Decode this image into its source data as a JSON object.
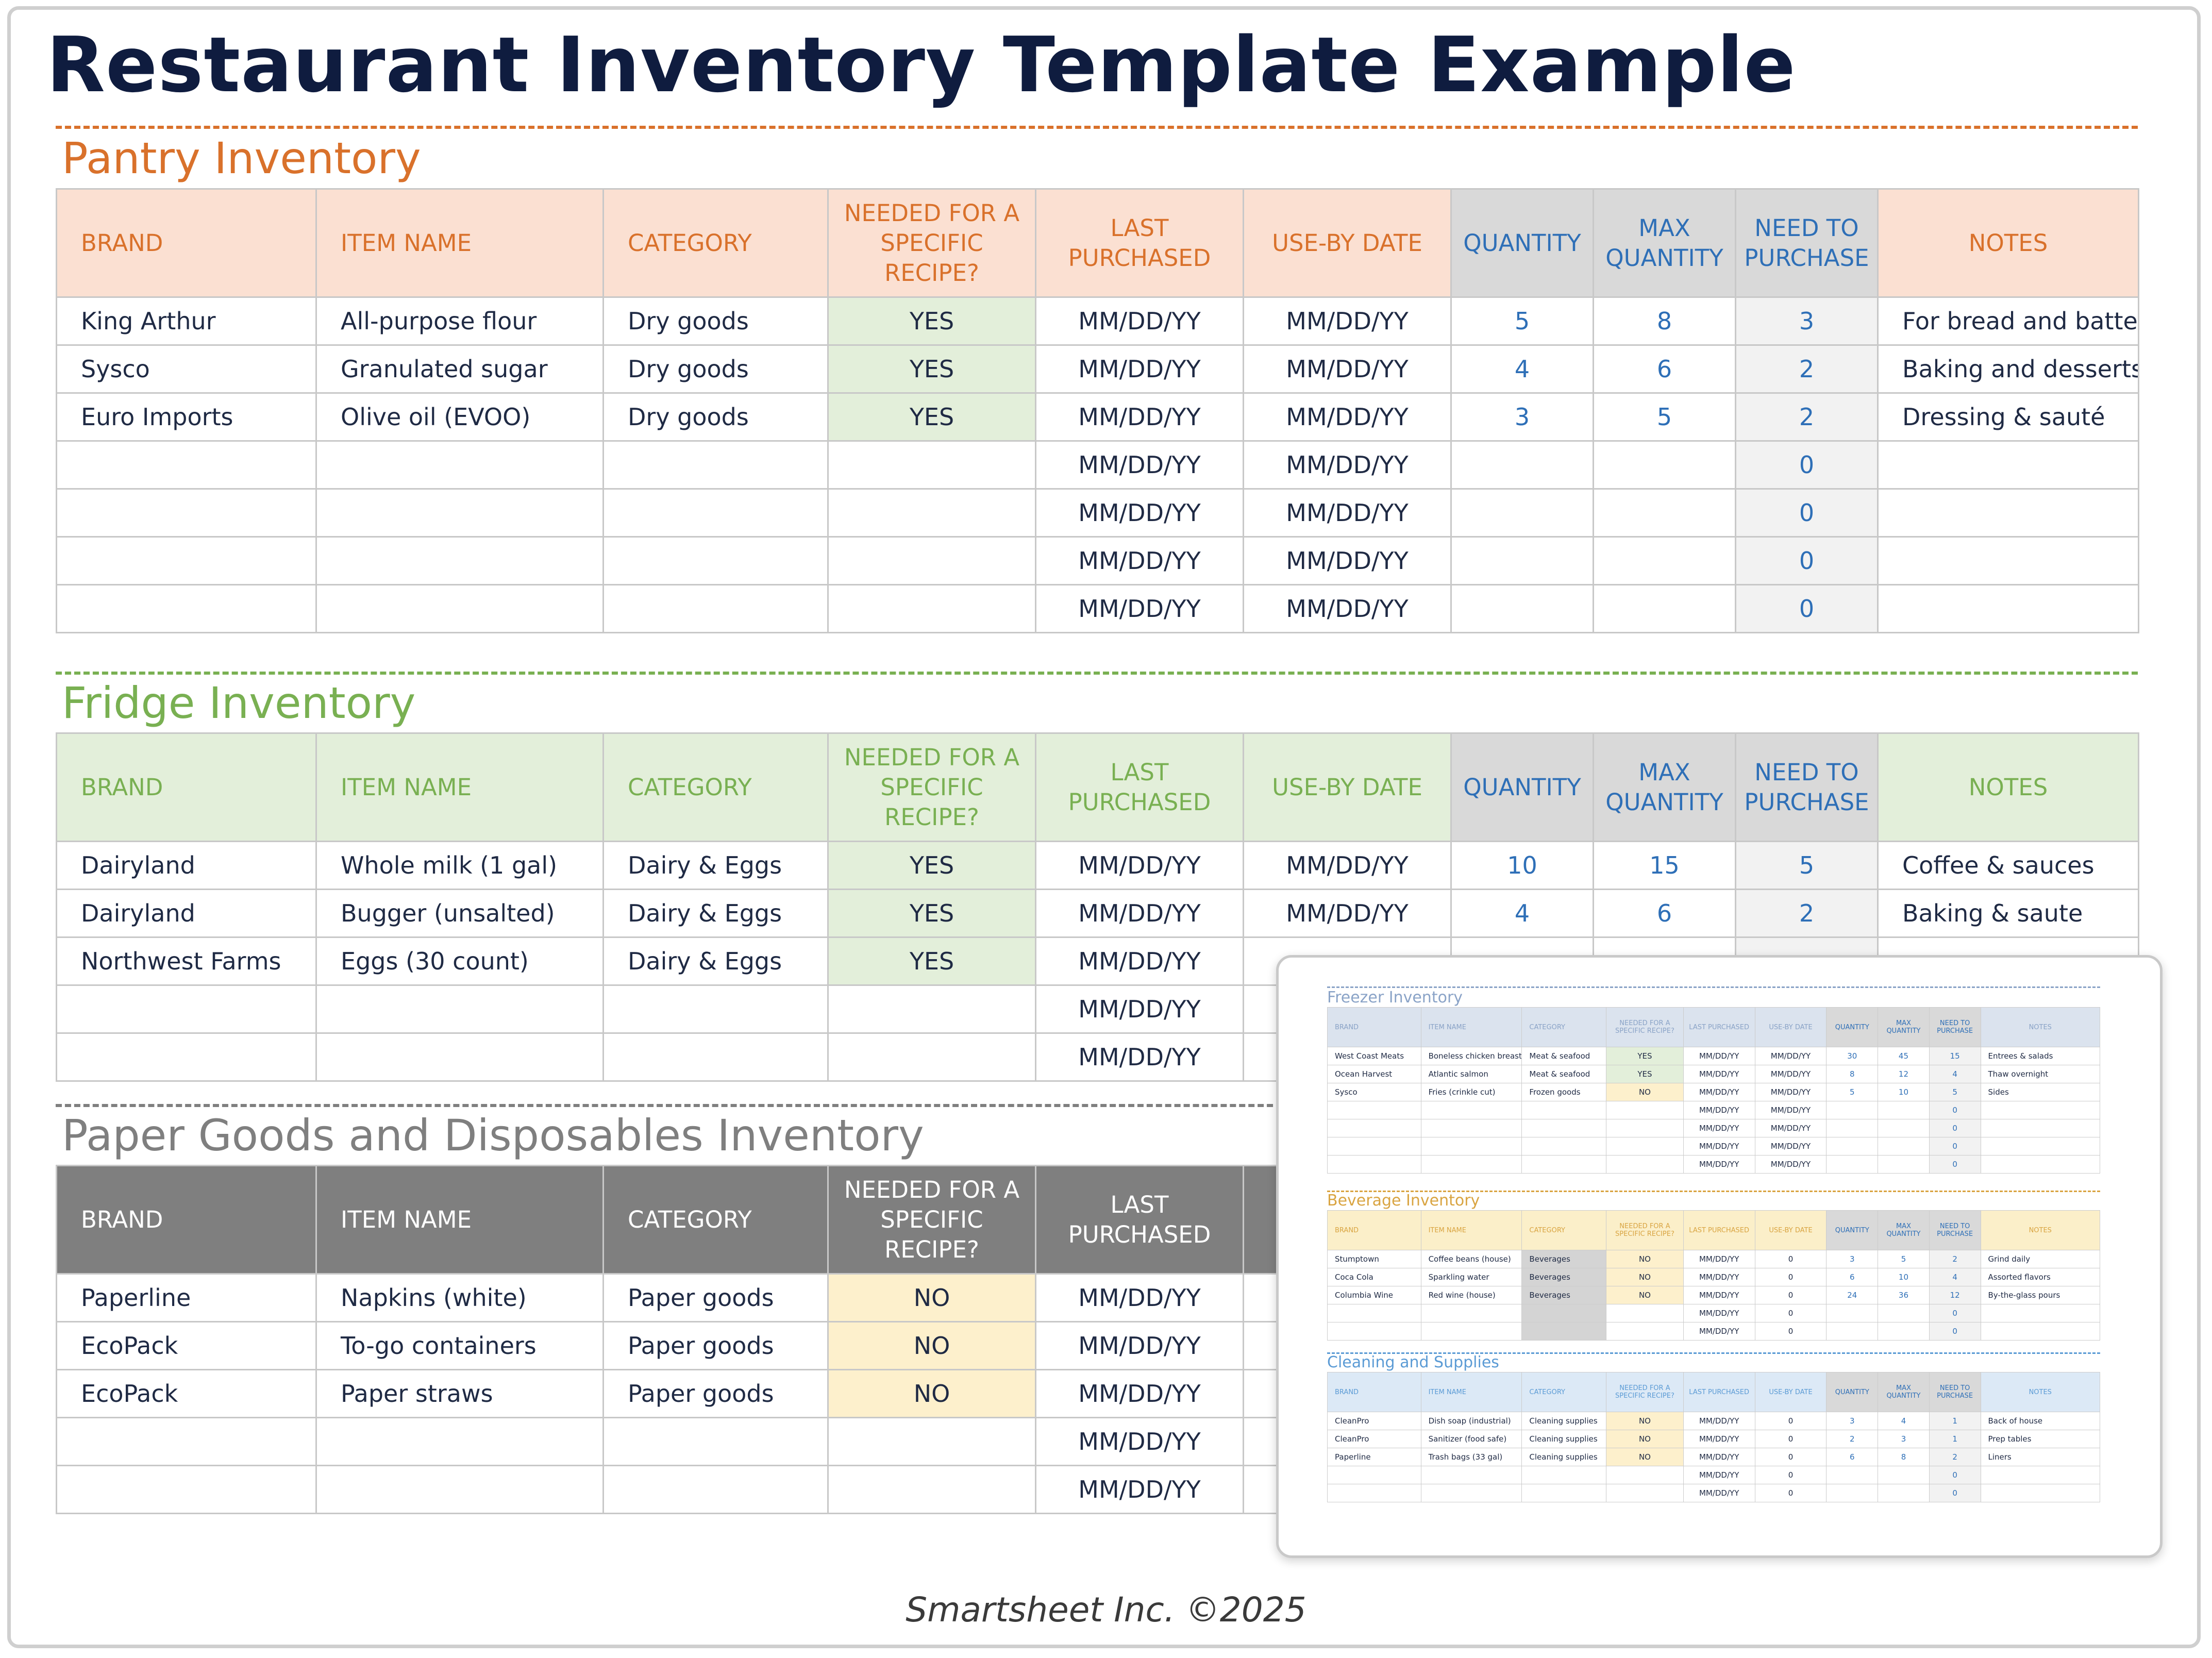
{
  "title": "Restaurant Inventory Template Example",
  "footer": "Smartsheet Inc. ©2025",
  "colors": {
    "title": "#0f1c3f",
    "pantry_accent": "#d9712b",
    "pantry_header_bg": "#fbe0d2",
    "fridge_accent": "#79b052",
    "fridge_header_bg": "#e3efda",
    "paper_accent": "#7f7f7f",
    "paper_header_bg": "#7f7f7f",
    "quantity_header_bg": "#d9d9d9",
    "quantity_text": "#2e6fb7",
    "yes_bg": "#e3efda",
    "no_bg": "#fdf0cc"
  },
  "columns": {
    "brand": "BRAND",
    "item_name": "ITEM NAME",
    "category": "CATEGORY",
    "needed": "NEEDED FOR A SPECIFIC RECIPE?",
    "last_purchased": "LAST PURCHASED",
    "use_by": "USE-BY DATE",
    "quantity": "QUANTITY",
    "max_quantity": "MAX QUANTITY",
    "need_to_purchase": "NEED TO PURCHASE",
    "notes": "NOTES"
  },
  "pantry": {
    "title": "Pantry Inventory",
    "rows": [
      {
        "brand": "King Arthur",
        "item": "All-purpose flour",
        "category": "Dry goods",
        "needed": "YES",
        "last": "MM/DD/YY",
        "useby": "MM/DD/YY",
        "qty": "5",
        "max": "8",
        "need": "3",
        "notes": "For bread and batter"
      },
      {
        "brand": "Sysco",
        "item": "Granulated sugar",
        "category": "Dry goods",
        "needed": "YES",
        "last": "MM/DD/YY",
        "useby": "MM/DD/YY",
        "qty": "4",
        "max": "6",
        "need": "2",
        "notes": "Baking and desserts"
      },
      {
        "brand": "Euro Imports",
        "item": "Olive oil (EVOO)",
        "category": "Dry goods",
        "needed": "YES",
        "last": "MM/DD/YY",
        "useby": "MM/DD/YY",
        "qty": "3",
        "max": "5",
        "need": "2",
        "notes": "Dressing & sauté"
      },
      {
        "brand": "",
        "item": "",
        "category": "",
        "needed": "",
        "last": "MM/DD/YY",
        "useby": "MM/DD/YY",
        "qty": "",
        "max": "",
        "need": "0",
        "notes": ""
      },
      {
        "brand": "",
        "item": "",
        "category": "",
        "needed": "",
        "last": "MM/DD/YY",
        "useby": "MM/DD/YY",
        "qty": "",
        "max": "",
        "need": "0",
        "notes": ""
      },
      {
        "brand": "",
        "item": "",
        "category": "",
        "needed": "",
        "last": "MM/DD/YY",
        "useby": "MM/DD/YY",
        "qty": "",
        "max": "",
        "need": "0",
        "notes": ""
      },
      {
        "brand": "",
        "item": "",
        "category": "",
        "needed": "",
        "last": "MM/DD/YY",
        "useby": "MM/DD/YY",
        "qty": "",
        "max": "",
        "need": "0",
        "notes": ""
      }
    ]
  },
  "fridge": {
    "title": "Fridge Inventory",
    "rows": [
      {
        "brand": "Dairyland",
        "item": "Whole milk (1 gal)",
        "category": "Dairy & Eggs",
        "needed": "YES",
        "last": "MM/DD/YY",
        "useby": "MM/DD/YY",
        "qty": "10",
        "max": "15",
        "need": "5",
        "notes": "Coffee & sauces"
      },
      {
        "brand": "Dairyland",
        "item": "Bugger (unsalted)",
        "category": "Dairy & Eggs",
        "needed": "YES",
        "last": "MM/DD/YY",
        "useby": "MM/DD/YY",
        "qty": "4",
        "max": "6",
        "need": "2",
        "notes": "Baking & saute"
      },
      {
        "brand": "Northwest Farms",
        "item": "Eggs (30 count)",
        "category": "Dairy & Eggs",
        "needed": "YES",
        "last": "MM/DD/YY"
      },
      {
        "brand": "",
        "item": "",
        "category": "",
        "needed": "",
        "last": "MM/DD/YY"
      },
      {
        "brand": "",
        "item": "",
        "category": "",
        "needed": "",
        "last": "MM/DD/YY"
      }
    ]
  },
  "paper": {
    "title": "Paper Goods and Disposables Inventory",
    "rows": [
      {
        "brand": "Paperline",
        "item": "Napkins (white)",
        "category": "Paper goods",
        "needed": "NO",
        "last": "MM/DD/YY"
      },
      {
        "brand": "EcoPack",
        "item": "To-go containers",
        "category": "Paper goods",
        "needed": "NO",
        "last": "MM/DD/YY"
      },
      {
        "brand": "EcoPack",
        "item": "Paper straws",
        "category": "Paper goods",
        "needed": "NO",
        "last": "MM/DD/YY"
      },
      {
        "brand": "",
        "item": "",
        "category": "",
        "needed": "",
        "last": "MM/DD/YY"
      },
      {
        "brand": "",
        "item": "",
        "category": "",
        "needed": "",
        "last": "MM/DD/YY"
      }
    ]
  },
  "preview": {
    "freezer": {
      "title": "Freezer Inventory",
      "rows": [
        {
          "brand": "West Coast Meats",
          "item": "Boneless chicken breast",
          "category": "Meat & seafood",
          "needed": "YES",
          "last": "MM/DD/YY",
          "useby": "MM/DD/YY",
          "qty": "30",
          "max": "45",
          "need": "15",
          "notes": "Entrees & salads"
        },
        {
          "brand": "Ocean Harvest",
          "item": "Atlantic salmon",
          "category": "Meat & seafood",
          "needed": "YES",
          "last": "MM/DD/YY",
          "useby": "MM/DD/YY",
          "qty": "8",
          "max": "12",
          "need": "4",
          "notes": "Thaw overnight"
        },
        {
          "brand": "Sysco",
          "item": "Fries (crinkle cut)",
          "category": "Frozen goods",
          "needed": "NO",
          "last": "MM/DD/YY",
          "useby": "MM/DD/YY",
          "qty": "5",
          "max": "10",
          "need": "5",
          "notes": "Sides"
        },
        {
          "last": "MM/DD/YY",
          "useby": "MM/DD/YY",
          "need": "0"
        },
        {
          "last": "MM/DD/YY",
          "useby": "MM/DD/YY",
          "need": "0"
        },
        {
          "last": "MM/DD/YY",
          "useby": "MM/DD/YY",
          "need": "0"
        },
        {
          "last": "MM/DD/YY",
          "useby": "MM/DD/YY",
          "need": "0"
        }
      ]
    },
    "beverage": {
      "title": "Beverage Inventory",
      "rows": [
        {
          "brand": "Stumptown",
          "item": "Coffee beans (house)",
          "category": "Beverages",
          "needed": "NO",
          "last": "MM/DD/YY",
          "useby": "0",
          "qty": "3",
          "max": "5",
          "need": "2",
          "notes": "Grind daily"
        },
        {
          "brand": "Coca Cola",
          "item": "Sparkling water",
          "category": "Beverages",
          "needed": "NO",
          "last": "MM/DD/YY",
          "useby": "0",
          "qty": "6",
          "max": "10",
          "need": "4",
          "notes": "Assorted flavors"
        },
        {
          "brand": "Columbia Wine",
          "item": "Red wine (house)",
          "category": "Beverages",
          "needed": "NO",
          "last": "MM/DD/YY",
          "useby": "0",
          "qty": "24",
          "max": "36",
          "need": "12",
          "notes": "By-the-glass pours"
        },
        {
          "last": "MM/DD/YY",
          "useby": "0",
          "need": "0"
        },
        {
          "last": "MM/DD/YY",
          "useby": "0",
          "need": "0"
        }
      ]
    },
    "cleaning": {
      "title": "Cleaning and Supplies",
      "rows": [
        {
          "brand": "CleanPro",
          "item": "Dish soap (industrial)",
          "category": "Cleaning supplies",
          "needed": "NO",
          "last": "MM/DD/YY",
          "useby": "0",
          "qty": "3",
          "max": "4",
          "need": "1",
          "notes": "Back of house"
        },
        {
          "brand": "CleanPro",
          "item": "Sanitizer (food safe)",
          "category": "Cleaning supplies",
          "needed": "NO",
          "last": "MM/DD/YY",
          "useby": "0",
          "qty": "2",
          "max": "3",
          "need": "1",
          "notes": "Prep tables"
        },
        {
          "brand": "Paperline",
          "item": "Trash bags (33 gal)",
          "category": "Cleaning supplies",
          "needed": "NO",
          "last": "MM/DD/YY",
          "useby": "0",
          "qty": "6",
          "max": "8",
          "need": "2",
          "notes": "Liners"
        },
        {
          "last": "MM/DD/YY",
          "useby": "0",
          "need": "0"
        },
        {
          "last": "MM/DD/YY",
          "useby": "0",
          "need": "0"
        }
      ]
    }
  }
}
